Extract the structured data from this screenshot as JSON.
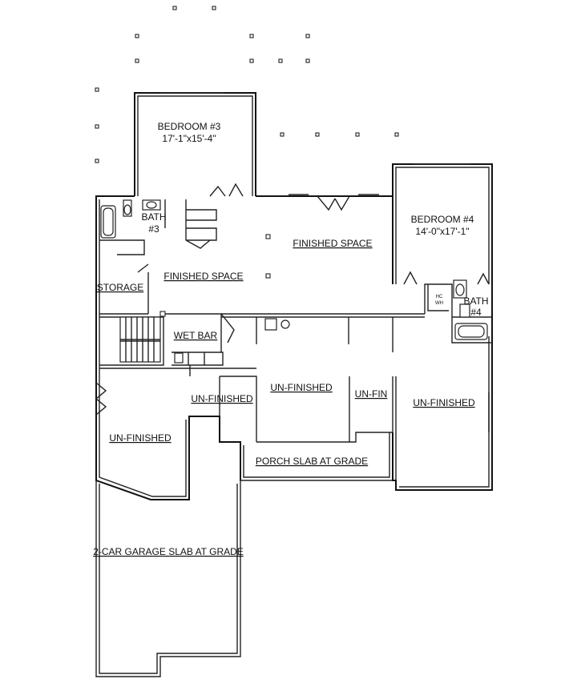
{
  "plan": {
    "rooms": {
      "bedroom3": {
        "name": "BEDROOM #3",
        "dims": "17'-1\"x15'-4\""
      },
      "bedroom4": {
        "name": "BEDROOM #4",
        "dims": "14'-0\"x17'-1\""
      },
      "bath3": {
        "name": "BATH",
        "num": "#3"
      },
      "bath4": {
        "name": "BATH",
        "num": "#4"
      },
      "finished_main": "FINISHED SPACE",
      "finished_left": "FINISHED SPACE",
      "storage": "STORAGE",
      "wet_bar": "WET BAR",
      "unfin_left": "UN-FINISHED",
      "unfin_center_left": "UN-FINISHED",
      "unfin_center": "UN-FINISHED",
      "unfin_small": "UN-FIN",
      "unfin_right": "UN-FINISHED",
      "porch": "PORCH SLAB AT GRADE",
      "garage": "2-CAR GARAGE SLAB AT GRADE",
      "wh": "WH",
      "ac": "HC"
    }
  }
}
